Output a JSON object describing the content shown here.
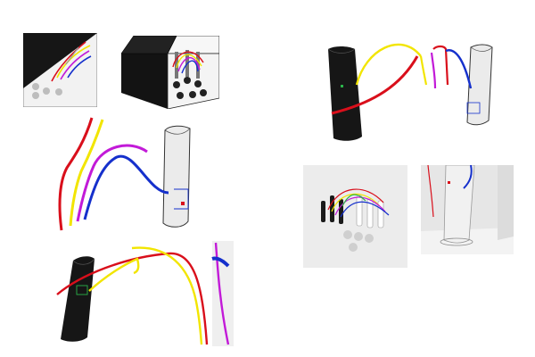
{
  "colors": {
    "background": "#ffffff",
    "red": "#d90f1b",
    "yellow": "#f2e500",
    "magenta": "#c21ad8",
    "blue": "#1530cc",
    "green": "#2bb34a",
    "black_surface": "#141414",
    "white_surface": "#e6e6e6",
    "panel_gray": "#ececec"
  },
  "icons": {
    "curved_surface": "half-cylinder-shell",
    "curve": "space-curve",
    "marker": "small-square-marker"
  }
}
